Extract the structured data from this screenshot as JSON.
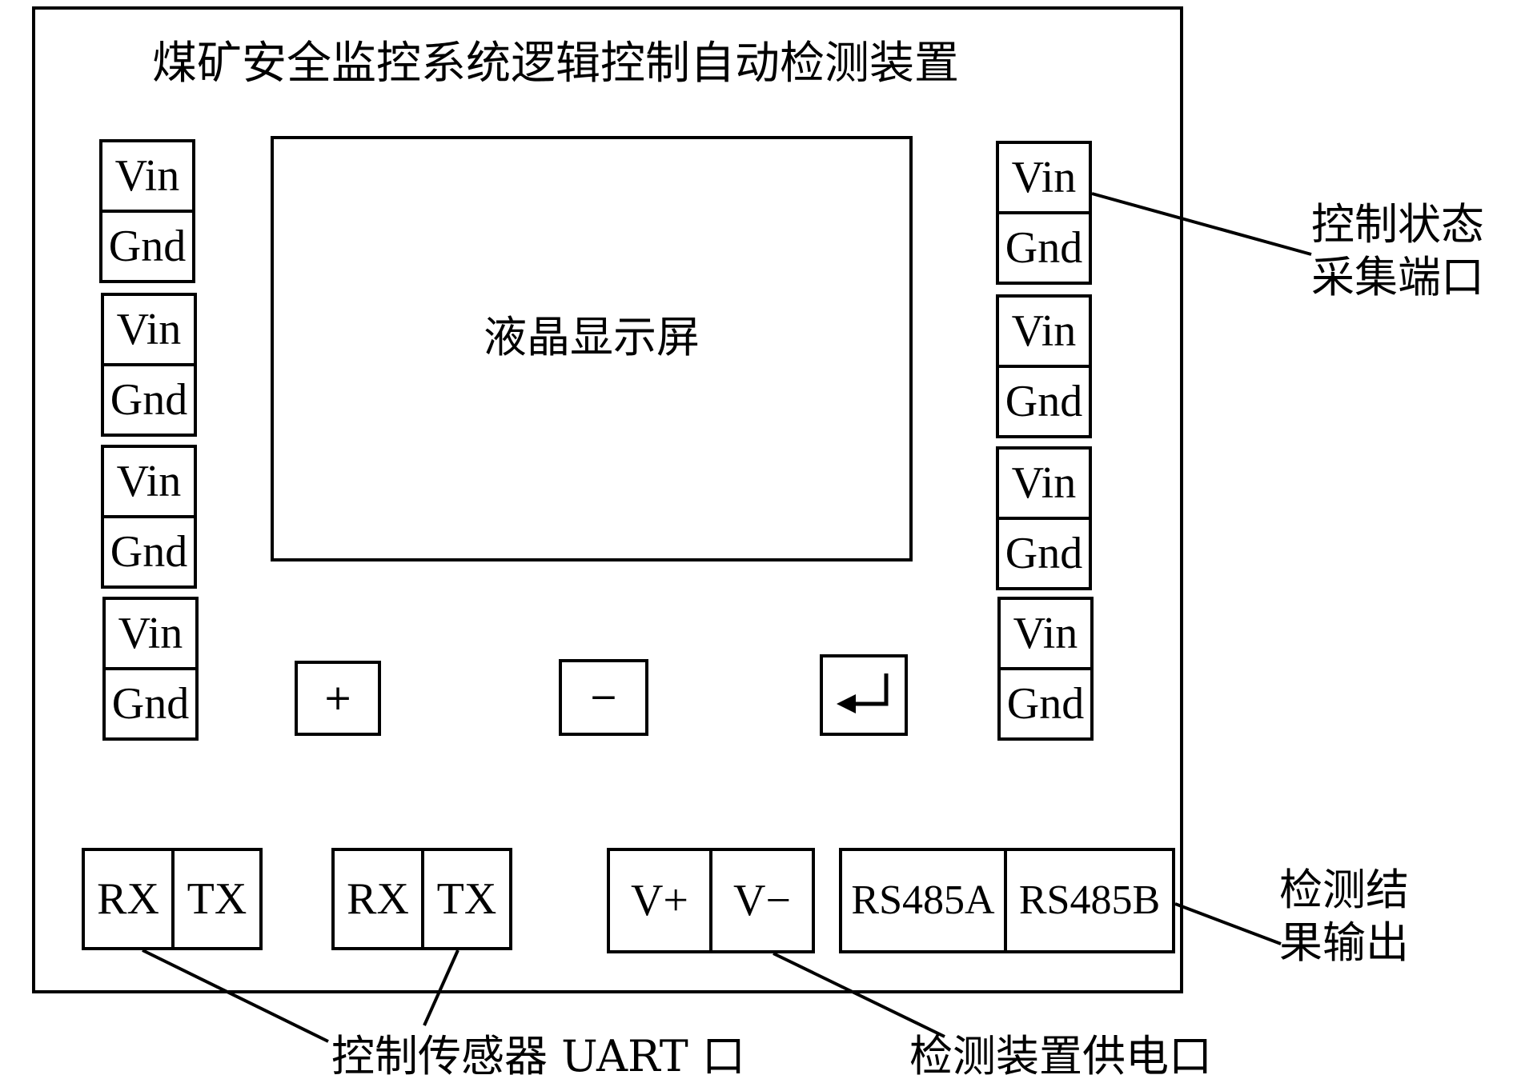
{
  "title": "煤矿安全监控系统逻辑控制自动检测装置",
  "screen_label": "液晶显示屏",
  "terminal_labels": {
    "vin": "Vin",
    "gnd": "Gnd"
  },
  "left_ports_count_note": "",
  "buttons": {
    "plus": "+",
    "minus": "−",
    "enter_icon": "enter-arrow"
  },
  "bottom_terminals": {
    "uart1": [
      "RX",
      "TX"
    ],
    "uart2": [
      "RX",
      "TX"
    ],
    "power": [
      "V+",
      "V−"
    ],
    "rs485": [
      "RS485A",
      "RS485B"
    ]
  },
  "callouts": {
    "control_state_line1": "控制状态",
    "control_state_line2": "采集端口",
    "result_output_line1": "检测结",
    "result_output_line2": "果输出",
    "sensor_uart": "控制传感器 UART 口",
    "power_supply": "检测装置供电口"
  }
}
